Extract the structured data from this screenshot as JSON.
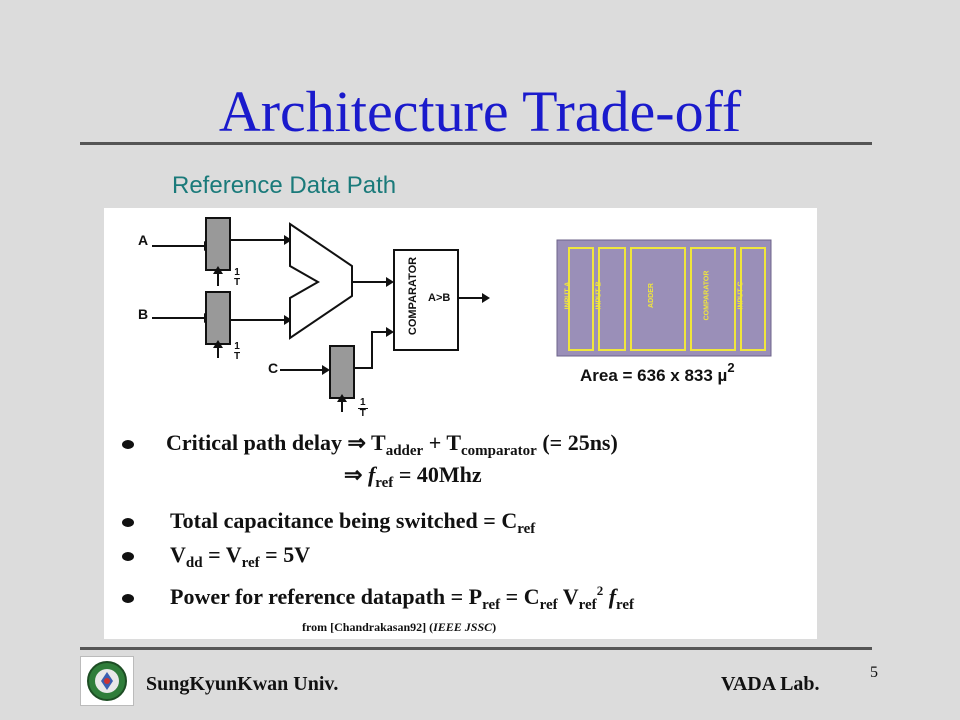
{
  "slide": {
    "title": "Architecture Trade-off",
    "subtitle": "Reference Data Path",
    "page_number": "5"
  },
  "figure": {
    "inputs": [
      "A",
      "B",
      "C"
    ],
    "clock_label": "1",
    "clock_sub": "T",
    "comparator_label": "COMPARATOR",
    "comparator_op": "A>B",
    "layout_blocks": [
      "INPUT A",
      "INPUT B",
      "ADDER",
      "COMPARATOR",
      "INPUT C"
    ],
    "area_label": "Area = 636 x 833 µ",
    "area_exp": "2",
    "bullets": {
      "b1_line1_pre": "Critical path delay ⇒ T",
      "b1_sub1": "adder",
      "b1_mid": " + T",
      "b1_sub2": "comparator",
      "b1_post": " (= 25ns)",
      "b1_line2_pre": "⇒ ",
      "b1_line2_f": "f",
      "b1_line2_sub": "ref",
      "b1_line2_post": " = 40Mhz",
      "b2_pre": "Total capacitance being switched = C",
      "b2_sub": "ref",
      "b3_pre": "V",
      "b3_sub1": "dd",
      "b3_mid": " = V",
      "b3_sub2": "ref",
      "b3_post": " = 5V",
      "b4_pre": "Power for reference datapath = P",
      "b4_sub1": "ref",
      "b4_mid1": " = C",
      "b4_sub2": "ref",
      "b4_mid2": " V",
      "b4_sub3": "ref",
      "b4_sup": "2",
      "b4_f": " f",
      "b4_sub4": "ref"
    },
    "citation_pre": "from [Chandrakasan92] (",
    "citation_journal": "IEEE JSSC",
    "citation_post": ")"
  },
  "footer": {
    "left": "SungKyunKwan Univ.",
    "right": "VADA Lab."
  }
}
